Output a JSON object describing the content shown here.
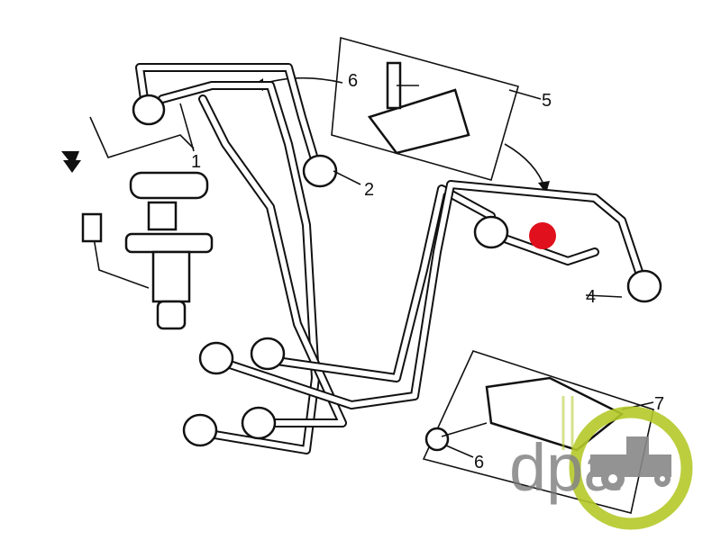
{
  "diagram": {
    "title": "Fuel injection pipes",
    "callouts": [
      "1",
      "2",
      "4",
      "5",
      "6",
      "6",
      "7"
    ],
    "marker_color": "#e0101c",
    "logo": {
      "text": "dpa",
      "ring_color": "#b5c92a",
      "text_color": "#777777"
    }
  }
}
